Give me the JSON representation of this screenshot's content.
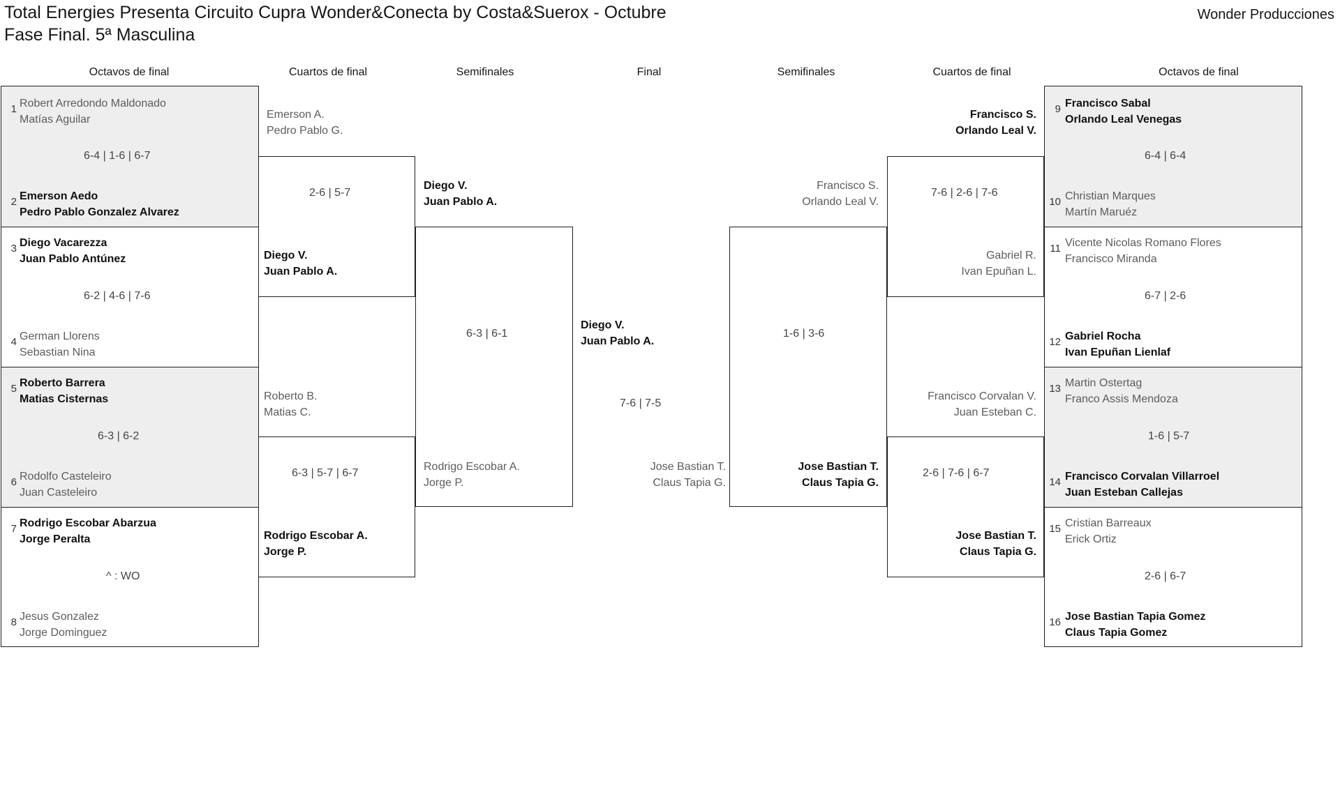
{
  "header": {
    "title_line1": "Total Energies Presenta Circuito Cupra Wonder&Conecta by Costa&Suerox - Octubre",
    "title_line2": "Fase Final. 5ª Masculina",
    "brand": "Wonder Producciones"
  },
  "round_labels": {
    "left_r16": "Octavos de final",
    "left_qf": "Cuartos de final",
    "left_sf": "Semifinales",
    "final": "Final",
    "right_sf": "Semifinales",
    "right_qf": "Cuartos de final",
    "right_r16": "Octavos de final"
  },
  "bracket": {
    "left_r16": [
      {
        "seed": "1",
        "p1": "Robert Arredondo Maldonado",
        "p2": "Matías Aguilar",
        "winner": false
      },
      {
        "seed": "2",
        "p1": "Emerson Aedo",
        "p2": "Pedro Pablo Gonzalez Alvarez",
        "winner": true
      },
      {
        "seed": "3",
        "p1": "Diego Vacarezza",
        "p2": "Juan Pablo Antúnez",
        "winner": true
      },
      {
        "seed": "4",
        "p1": "German Llorens",
        "p2": "Sebastian Nina",
        "winner": false
      },
      {
        "seed": "5",
        "p1": "Roberto Barrera",
        "p2": "Matias Cisternas",
        "winner": true
      },
      {
        "seed": "6",
        "p1": "Rodolfo Casteleiro",
        "p2": "Juan Casteleiro",
        "winner": false
      },
      {
        "seed": "7",
        "p1": "Rodrigo Escobar Abarzua",
        "p2": "Jorge Peralta",
        "winner": true
      },
      {
        "seed": "8",
        "p1": "Jesus Gonzalez",
        "p2": "Jorge Dominguez",
        "winner": false
      }
    ],
    "left_r16_scores": [
      "6-4 | 1-6 | 6-7",
      "6-2 | 4-6 | 7-6",
      "6-3 | 6-2",
      "^ : WO"
    ],
    "left_qf": [
      {
        "p1": "Emerson A.",
        "p2": "Pedro Pablo G.",
        "winner": false
      },
      {
        "p1": "Diego V.",
        "p2": "Juan Pablo A.",
        "winner": true
      },
      {
        "p1": "Roberto B.",
        "p2": "Matias C.",
        "winner": false
      },
      {
        "p1": "Rodrigo Escobar A.",
        "p2": "Jorge P.",
        "winner": true
      }
    ],
    "left_qf_scores": [
      "2-6 | 5-7",
      "6-3 | 5-7 | 6-7"
    ],
    "left_sf": [
      {
        "p1": "Diego V.",
        "p2": "Juan Pablo A.",
        "winner": true
      },
      {
        "p1": "Rodrigo Escobar A.",
        "p2": "Jorge P.",
        "winner": false
      }
    ],
    "left_sf_scores": [
      "6-3 | 6-1"
    ],
    "final_left": {
      "p1": "Diego V.",
      "p2": "Juan Pablo A.",
      "winner": true
    },
    "final_right": {
      "p1": "Jose Bastian T.",
      "p2": "Claus Tapia G.",
      "winner": false
    },
    "final_score": "7-6 | 7-5",
    "right_sf": [
      {
        "p1": "Francisco S.",
        "p2": "Orlando Leal V.",
        "winner": false
      },
      {
        "p1": "Jose Bastian T.",
        "p2": "Claus Tapia G.",
        "winner": true
      }
    ],
    "right_sf_scores": [
      "1-6 | 3-6"
    ],
    "right_qf": [
      {
        "p1": "Francisco S.",
        "p2": "Orlando Leal V.",
        "winner": true
      },
      {
        "p1": "Gabriel R.",
        "p2": "Ivan Epuñan L.",
        "winner": false
      },
      {
        "p1": "Francisco Corvalan V.",
        "p2": "Juan Esteban C.",
        "winner": false
      },
      {
        "p1": "Jose Bastian T.",
        "p2": "Claus Tapia G.",
        "winner": true
      }
    ],
    "right_qf_scores": [
      "7-6 | 2-6 | 7-6",
      "2-6 | 7-6 | 6-7"
    ],
    "right_r16": [
      {
        "seed": "9",
        "p1": "Francisco Sabal",
        "p2": "Orlando Leal Venegas",
        "winner": true
      },
      {
        "seed": "10",
        "p1": "Christian Marques",
        "p2": "Martín Maruéz",
        "winner": false
      },
      {
        "seed": "11",
        "p1": "Vicente Nicolas Romano Flores",
        "p2": "Francisco Miranda",
        "winner": false
      },
      {
        "seed": "12",
        "p1": "Gabriel Rocha",
        "p2": "Ivan Epuñan Lienlaf",
        "winner": true
      },
      {
        "seed": "13",
        "p1": "Martin Ostertag",
        "p2": "Franco Assis Mendoza",
        "winner": false
      },
      {
        "seed": "14",
        "p1": "Francisco Corvalan Villarroel",
        "p2": "Juan Esteban Callejas",
        "winner": true
      },
      {
        "seed": "15",
        "p1": "Cristian Barreaux",
        "p2": "Erick Ortiz",
        "winner": false
      },
      {
        "seed": "16",
        "p1": "Jose Bastian Tapia Gomez",
        "p2": "Claus Tapia Gomez",
        "winner": true
      }
    ],
    "right_r16_scores": [
      "6-4 | 6-4",
      "6-7 | 2-6",
      "1-6 | 5-7",
      "2-6 | 6-7"
    ]
  }
}
